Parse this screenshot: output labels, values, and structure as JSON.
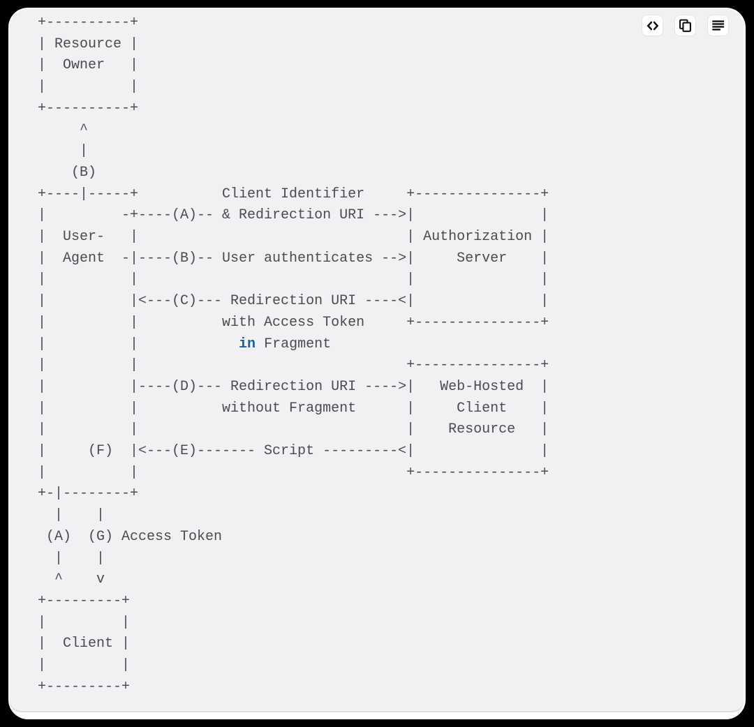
{
  "toolbar": {
    "buttons": [
      {
        "id": "view-code",
        "icon": "code-icon"
      },
      {
        "id": "copy",
        "icon": "copy-icon"
      },
      {
        "id": "text-lines",
        "icon": "text-lines-icon"
      }
    ]
  },
  "diagram": {
    "title_hint": "OAuth 2.0 Implicit Grant Flow (ASCII art)",
    "entities": [
      "Resource Owner",
      "User-Agent",
      "Authorization Server",
      "Web-Hosted Client Resource",
      "Client"
    ],
    "lines": [
      "+----------+",
      "| Resource |",
      "|  Owner   |",
      "|          |",
      "+----------+",
      "     ^",
      "     |",
      "    (B)",
      "+----|-----+          Client Identifier     +---------------+",
      "|         -+----(A)-- & Redirection URI --->|               |",
      "|  User-   |                                | Authorization |",
      "|  Agent  -|----(B)-- User authenticates -->|     Server    |",
      "|          |                                |               |",
      "|          |<---(C)--- Redirection URI ----<|               |",
      "|          |          with Access Token     +---------------+",
      "|          |            in Fragment",
      "|          |                                +---------------+",
      "|          |----(D)--- Redirection URI ---->|   Web-Hosted  |",
      "|          |          without Fragment      |     Client    |",
      "|          |                                |    Resource   |",
      "|     (F)  |<---(E)------- Script ---------<|               |",
      "|          |                                +---------------+",
      "+-|--------+",
      "  |    |",
      " (A)  (G) Access Token",
      "  |    |",
      "  ^    v",
      "+---------+",
      "|         |",
      "|  Client |",
      "|         |",
      "+---------+"
    ],
    "keyword_highlight": {
      "line_index": 15,
      "token": "in",
      "color": "#1d5f9e"
    },
    "text_color": "#474c54"
  }
}
